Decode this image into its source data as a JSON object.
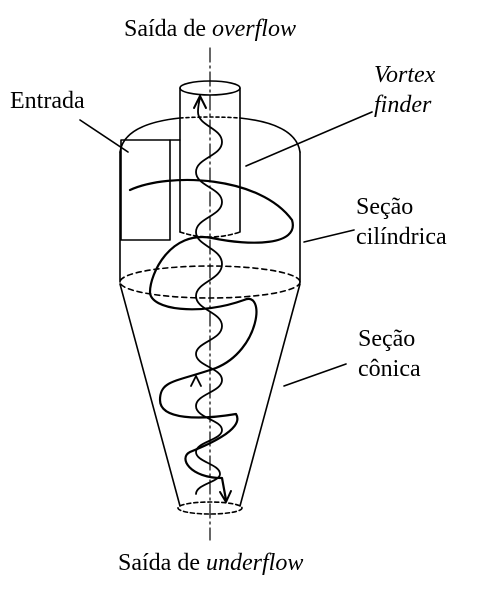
{
  "labels": {
    "overflow_prefix": "Saída de",
    "overflow_word": "overflow",
    "entrada": "Entrada",
    "vortex_line1": "Vortex",
    "vortex_line2": "finder",
    "cilindrica_line1": "Seção",
    "cilindrica_line2": "cilíndrica",
    "conica_line1": "Seção",
    "conica_line2": "cônica",
    "underflow_prefix": "Saída de",
    "underflow_word": "underflow"
  }
}
